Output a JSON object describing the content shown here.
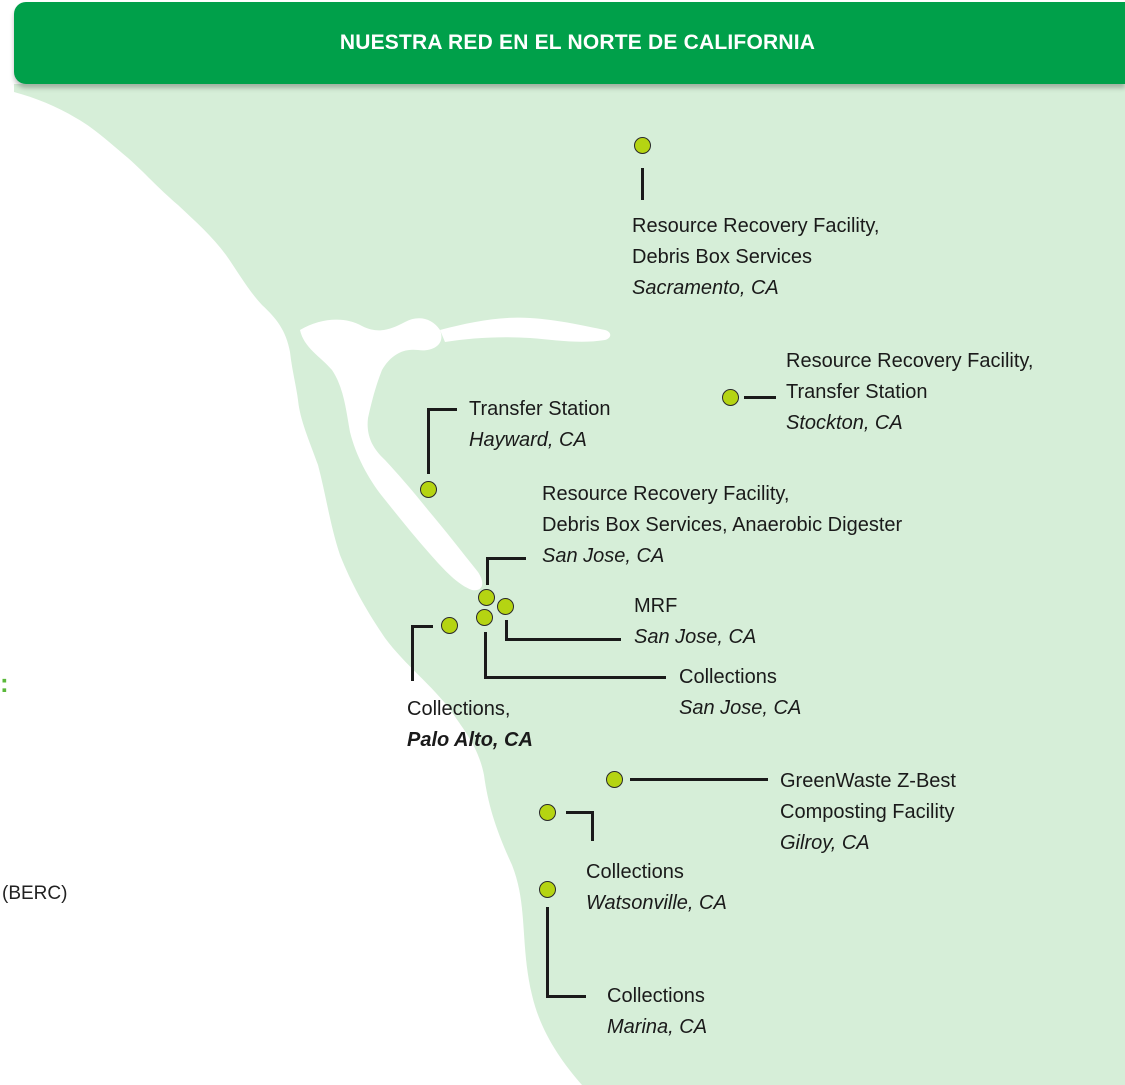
{
  "header": {
    "title": "NUESTRA RED EN EL NORTE DE CALIFORNIA"
  },
  "colors": {
    "banner": "#00a04a",
    "land": "#d6eed8",
    "marker": "#b5d412",
    "leader": "#1a1a1a",
    "accent": "#5ab83a"
  },
  "left_fragments": {
    "accent_char": ":",
    "berc": "(BERC)"
  },
  "locations": [
    {
      "id": "sacramento",
      "lines": [
        "Resource Recovery Facility,",
        "Debris Box Services"
      ],
      "place": "Sacramento, CA"
    },
    {
      "id": "stockton",
      "lines": [
        "Resource Recovery Facility,",
        "Transfer Station"
      ],
      "place": "Stockton, CA"
    },
    {
      "id": "hayward",
      "lines": [
        "Transfer Station"
      ],
      "place": "Hayward, CA"
    },
    {
      "id": "sanjose-rrf",
      "lines": [
        "Resource Recovery Facility,",
        "Debris Box Services, Anaerobic Digester"
      ],
      "place": "San Jose, CA"
    },
    {
      "id": "sanjose-mrf",
      "lines": [
        "MRF"
      ],
      "place": "San Jose, CA"
    },
    {
      "id": "sanjose-collections",
      "lines": [
        "Collections"
      ],
      "place": "San Jose, CA"
    },
    {
      "id": "paloalto",
      "lines": [
        "Collections,"
      ],
      "place": "Palo Alto, CA"
    },
    {
      "id": "gilroy",
      "lines": [
        "GreenWaste Z-Best",
        "Composting Facility"
      ],
      "place": "Gilroy, CA"
    },
    {
      "id": "watsonville",
      "lines": [
        "Collections"
      ],
      "place": "Watsonville, CA"
    },
    {
      "id": "marina",
      "lines": [
        "Collections"
      ],
      "place": "Marina, CA"
    }
  ]
}
